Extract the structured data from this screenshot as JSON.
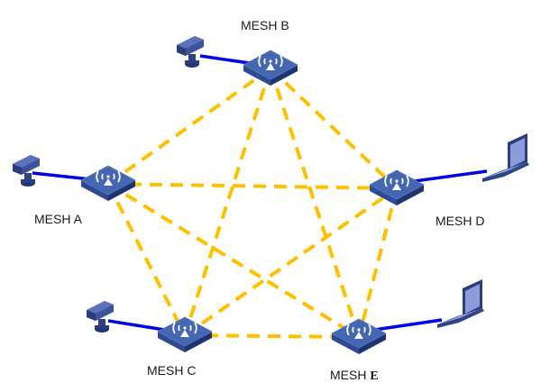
{
  "title": "Mesh network topology",
  "colors": {
    "mesh_link": "#FFC000",
    "wired_link": "#0000E0",
    "device_top": "#3F5FA8",
    "device_side": "#24397A",
    "background": "#FFFFFF"
  },
  "nodes": [
    {
      "id": "A",
      "label": "MESH A",
      "client": "camera"
    },
    {
      "id": "B",
      "label": "MESH B",
      "client": "camera"
    },
    {
      "id": "C",
      "label": "MESH C",
      "client": "camera"
    },
    {
      "id": "D",
      "label": "MESH D",
      "client": "laptop"
    },
    {
      "id": "E",
      "label_prefix": "MESH ",
      "label_suffix": "E",
      "client": "laptop"
    }
  ],
  "mesh_links": [
    [
      "A",
      "B"
    ],
    [
      "A",
      "C"
    ],
    [
      "A",
      "D"
    ],
    [
      "A",
      "E"
    ],
    [
      "B",
      "C"
    ],
    [
      "B",
      "D"
    ],
    [
      "B",
      "E"
    ],
    [
      "C",
      "D"
    ],
    [
      "C",
      "E"
    ],
    [
      "D",
      "E"
    ]
  ],
  "icons": {
    "access_point": "wireless-access-point-icon",
    "camera": "surveillance-camera-icon",
    "laptop": "laptop-icon"
  }
}
